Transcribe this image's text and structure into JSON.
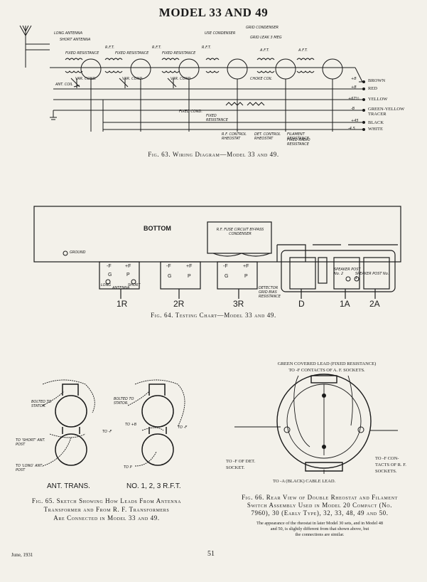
{
  "page": {
    "title": "MODEL 33 AND 49",
    "footer_date": "June, 1931",
    "page_number": "51"
  },
  "fig63": {
    "caption": "Fig. 63.  Wiring Diagram—Model 33 and 49.",
    "top_labels": [
      "LONG ANTENNA",
      "SHORT ANTENNA",
      "FIXED RESISTANCE",
      "R.F.T.",
      "FIXED RESISTANCE",
      "R.F.T.",
      "FIXED RESISTANCE",
      "R.F.T.",
      "USE CONDENSER",
      "GRID CONDENSER",
      "GRID LEAK 3 MEG",
      "A.F.T.",
      "A.F.T."
    ],
    "mid_labels": [
      "ANT. COIL",
      "VAR. COND.",
      "VAR. COND.",
      "VAR. COND.",
      "CHOKE COIL"
    ],
    "bottom_labels": [
      "FIXED COND.",
      "FIXED RESISTANCE",
      "R.F. CONTROL RHEOSTAT",
      "DET. CONTROL RHEOSTAT",
      "FILAMENT RESISTANCE",
      "FIXED RADIO RESISTANCE"
    ],
    "lead_terminals": [
      "+B",
      "+B",
      "+67½",
      "-B",
      "+45",
      "-4.5"
    ],
    "lead_colors": [
      "BROWN",
      "RED",
      "YELLOW",
      "GREEN-YELLOW TRACER",
      "BLACK",
      "WHITE"
    ]
  },
  "fig64": {
    "caption": "Fig. 64.  Testing Chart—Model 33 and 49.",
    "bottom_label": "BOTTOM",
    "bypass_label": "R.F. FUSE CIRCUIT BY-PASS CONDENSER",
    "ground_label": "GROUND",
    "antenna_labels": [
      "LONG",
      "ANTENNA",
      "SHORT"
    ],
    "socket_pins": [
      "-F",
      "+F",
      "G",
      "P"
    ],
    "detector_label": "DETECTOR GRID BIAS RESISTANCE",
    "speaker_labels": [
      "SPEAKER POST No. 2",
      "SPEAKER POST No. 1"
    ],
    "section_labels": [
      "1R",
      "2R",
      "3R",
      "D",
      "1A",
      "2A"
    ]
  },
  "fig65": {
    "labels": [
      "BOLTED TO STATOR.",
      "BOLTED TO STATOR.",
      "TO -F",
      "TO +B",
      "TO -F",
      "TO 'SHORT' ANT. POST",
      "TO 'LONG' ANT. POST",
      "TO P"
    ],
    "sub_labels": [
      "ANT. TRANS.",
      "NO. 1, 2, 3  R.F.T."
    ],
    "caption_lines": [
      "Fig. 65.  Sketch Showing How Leads From Antenna",
      "Transformer and From R. F. Transformers",
      "Are Connected in Model 33 and 49."
    ]
  },
  "fig66": {
    "top_note": [
      "GREEN COVERED LEAD (FIXED RESISTANCE)",
      "TO -F CONTACTS OF A. F. SOCKETS."
    ],
    "left_note": [
      "TO -F OF DET.",
      "SOCKET."
    ],
    "right_note": [
      "TO -F CON-",
      "TACTS OF R. F.",
      "SOCKETS."
    ],
    "bottom_note": "TO -A (BLACK) CABLE LEAD.",
    "caption_lines": [
      "Fig. 66.  Rear View of Double Rheostat and Filament",
      "Switch Assembly Used in Model 20 Compact (No.",
      "7960), 30 (Early Type), 32, 33, 48, 49 and 50."
    ],
    "note_lines": [
      "The appearance of the rheostat in later Model 30 sets, and in Model 48",
      "and 50, is slightly different from that shown above, but",
      "the connections are similar."
    ]
  }
}
